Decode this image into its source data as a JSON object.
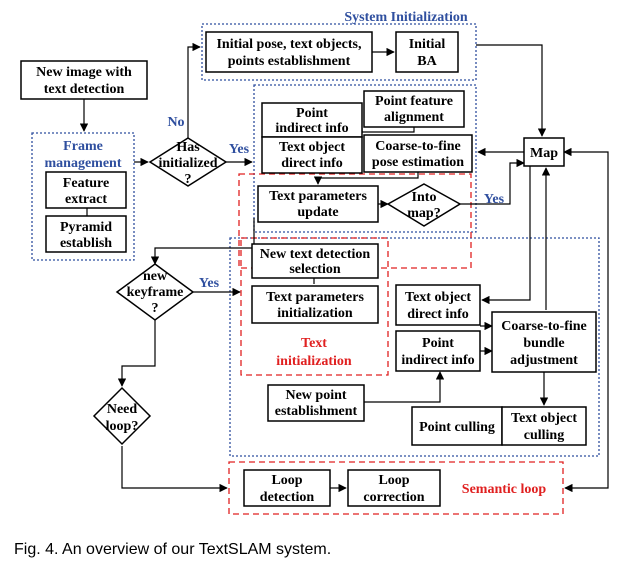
{
  "caption": "Fig. 4. An overview of our TextSLAM system.",
  "groups": {
    "system_initialization": "System Initialization",
    "frame_management": [
      "Frame",
      "management"
    ],
    "text_initialization": [
      "Text",
      "initialization"
    ],
    "semantic_loop": "Semantic loop"
  },
  "nodes": {
    "new_image": [
      "New image with",
      "text detection"
    ],
    "feature_extract": [
      "Feature",
      "extract"
    ],
    "pyramid_establish": [
      "Pyramid",
      "establish"
    ],
    "initial_pose": [
      "Initial pose, text objects,",
      "points establishment"
    ],
    "initial_ba": [
      "Initial",
      "BA"
    ],
    "point_indirect_info": [
      "Point",
      "indirect info"
    ],
    "point_feature_alignment": [
      "Point feature",
      "alignment"
    ],
    "text_object_direct_info": [
      "Text object",
      "direct info"
    ],
    "coarse_to_fine_pose": [
      "Coarse-to-fine",
      "pose estimation"
    ],
    "text_parameters_update": [
      "Text parameters",
      "update"
    ],
    "map": "Map",
    "new_text_detection_selection": [
      "New text detection",
      "selection"
    ],
    "text_parameters_initialization": [
      "Text parameters",
      "initialization"
    ],
    "text_object_direct_info_2": [
      "Text object",
      "direct info"
    ],
    "point_indirect_info_2": [
      "Point",
      "indirect info"
    ],
    "coarse_to_fine_bundle": [
      "Coarse-to-fine",
      "bundle",
      "adjustment"
    ],
    "new_point_establishment": [
      "New point",
      "establishment"
    ],
    "point_culling": "Point culling",
    "text_object_culling": [
      "Text object",
      "culling"
    ],
    "loop_detection": [
      "Loop",
      "detection"
    ],
    "loop_correction": [
      "Loop",
      "correction"
    ]
  },
  "decisions": {
    "has_initialized": [
      "Has",
      "initialized",
      "?"
    ],
    "into_map": [
      "Into",
      "map?"
    ],
    "new_keyframe": [
      "new",
      "keyframe",
      "?"
    ],
    "need_loop": [
      "Need",
      "loop?"
    ]
  },
  "edge_labels": {
    "no": "No",
    "yes_initialized": "Yes",
    "yes_into_map": "Yes",
    "yes_keyframe": "Yes"
  }
}
